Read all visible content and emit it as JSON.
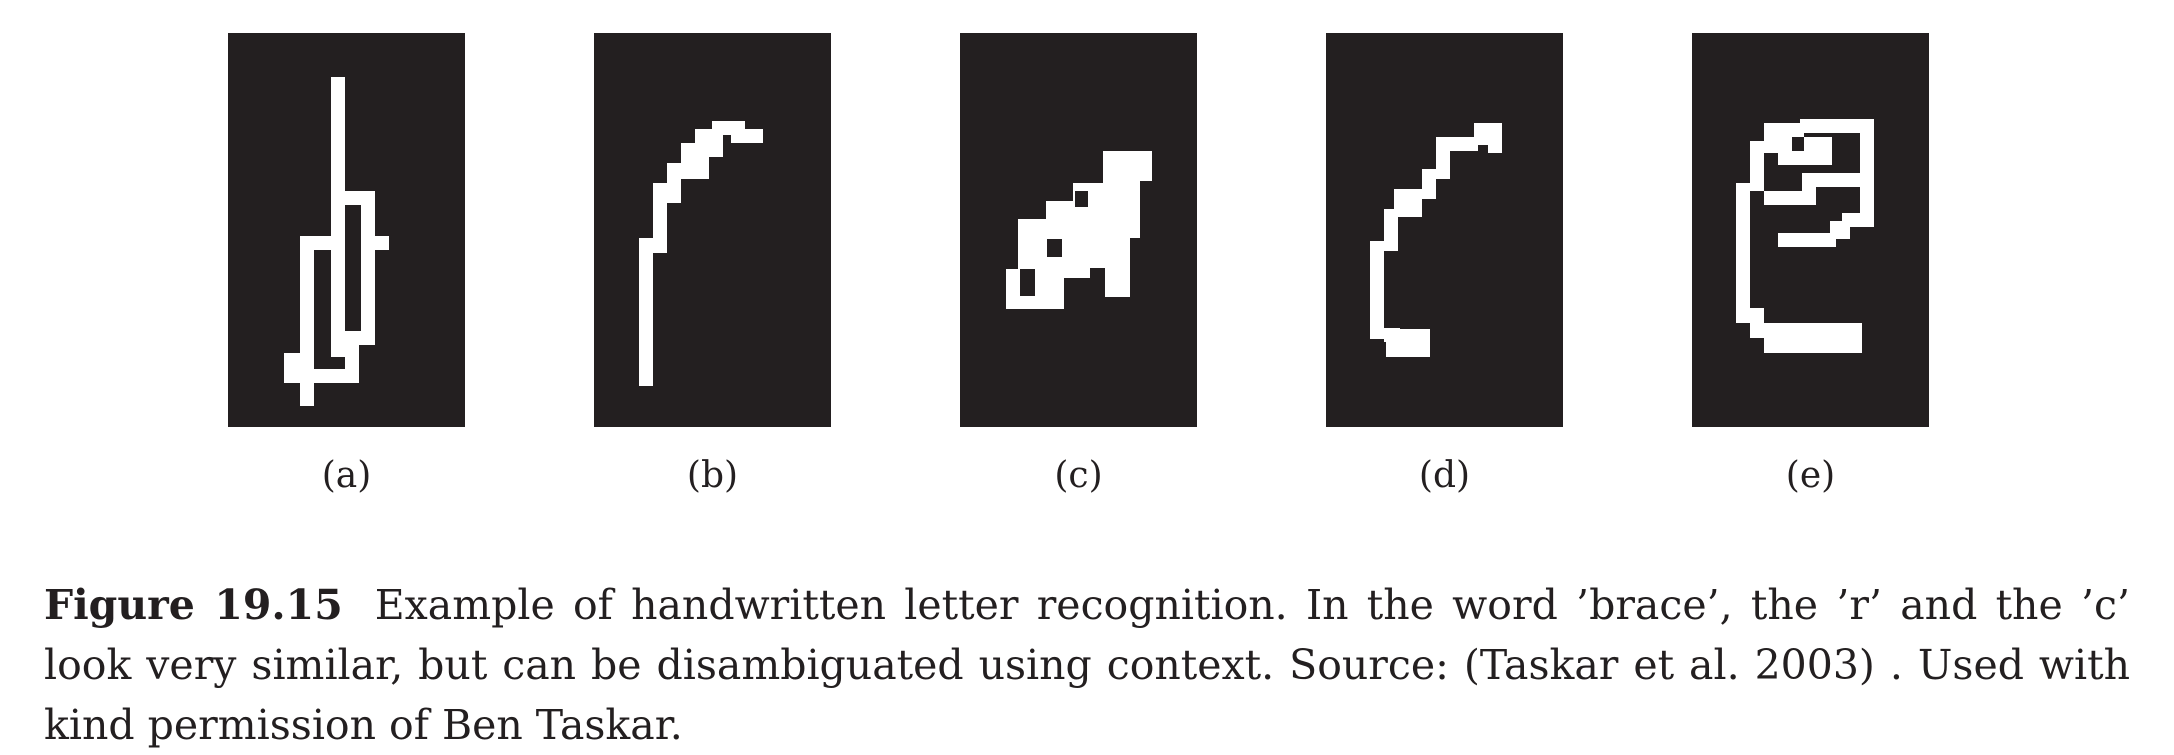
{
  "figure": {
    "panels": [
      {
        "label": "(a)",
        "bitmap_name": "letter-a-bitmap"
      },
      {
        "label": "(b)",
        "bitmap_name": "letter-b-bitmap"
      },
      {
        "label": "(c)",
        "bitmap_name": "letter-c-bitmap"
      },
      {
        "label": "(d)",
        "bitmap_name": "letter-d-bitmap"
      },
      {
        "label": "(e)",
        "bitmap_name": "letter-e-bitmap"
      }
    ],
    "background_color": "#231f20",
    "stroke_color": "#ffffff",
    "caption": {
      "label": "Figure 19.15",
      "text": "Example of handwritten letter recognition. In the word ’brace’, the ’r’ and the ’c’ look very similar, but can be disambiguated using context.   Source: (Taskar et al. 2003) . Used with kind permission of Ben Taskar."
    }
  }
}
